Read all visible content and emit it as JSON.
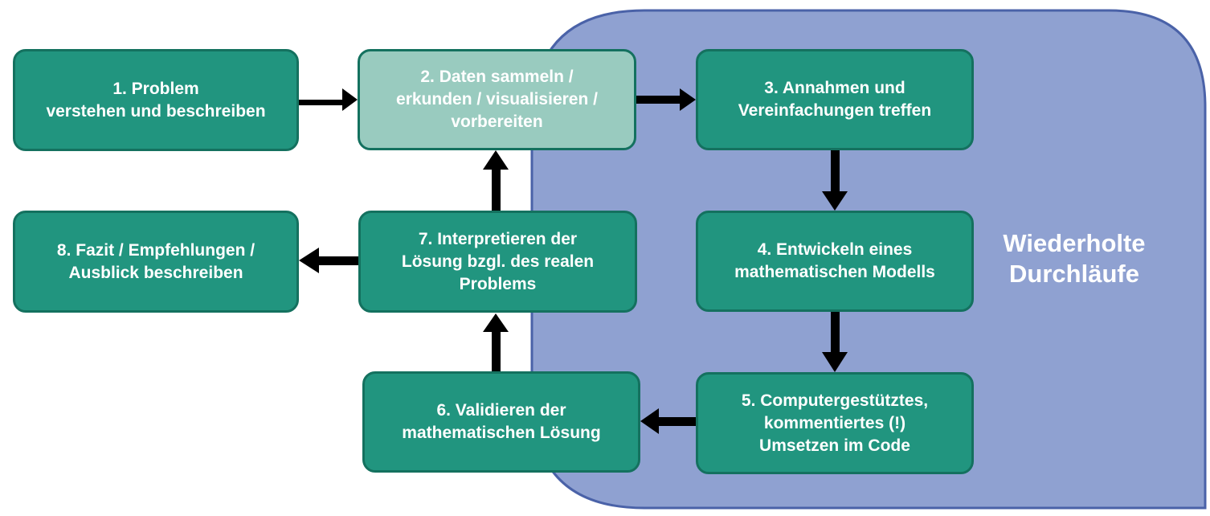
{
  "colors": {
    "step_fill": "#21957f",
    "step_fill_light": "#99cbbf",
    "step_border": "#14715f",
    "region_fill": "#8fa1d1",
    "region_border": "#4a62a8",
    "arrow": "#000000",
    "text": "#ffffff"
  },
  "region": {
    "label": "Wiederholte\nDurchläufe"
  },
  "steps": [
    {
      "id": "1",
      "label": "1. Problem\nverstehen und beschreiben"
    },
    {
      "id": "2",
      "label": "2. Daten sammeln /\nerkunden / visualisieren /\nvorbereiten"
    },
    {
      "id": "3",
      "label": "3. Annahmen und\nVereinfachungen treffen"
    },
    {
      "id": "4",
      "label": "4. Entwickeln eines\nmathematischen Modells"
    },
    {
      "id": "5",
      "label": "5. Computergestütztes,\nkommentiertes (!)\nUmsetzen im Code"
    },
    {
      "id": "6",
      "label": "6. Validieren der\nmathematischen Lösung"
    },
    {
      "id": "7",
      "label": "7. Interpretieren der\nLösung bzgl. des realen\nProblems"
    },
    {
      "id": "8",
      "label": "8. Fazit / Empfehlungen /\nAusblick beschreiben"
    }
  ],
  "edges": [
    {
      "from": "1",
      "to": "2"
    },
    {
      "from": "2",
      "to": "3"
    },
    {
      "from": "3",
      "to": "4"
    },
    {
      "from": "4",
      "to": "5"
    },
    {
      "from": "5",
      "to": "6"
    },
    {
      "from": "6",
      "to": "7"
    },
    {
      "from": "7",
      "to": "2"
    },
    {
      "from": "7",
      "to": "8"
    }
  ]
}
